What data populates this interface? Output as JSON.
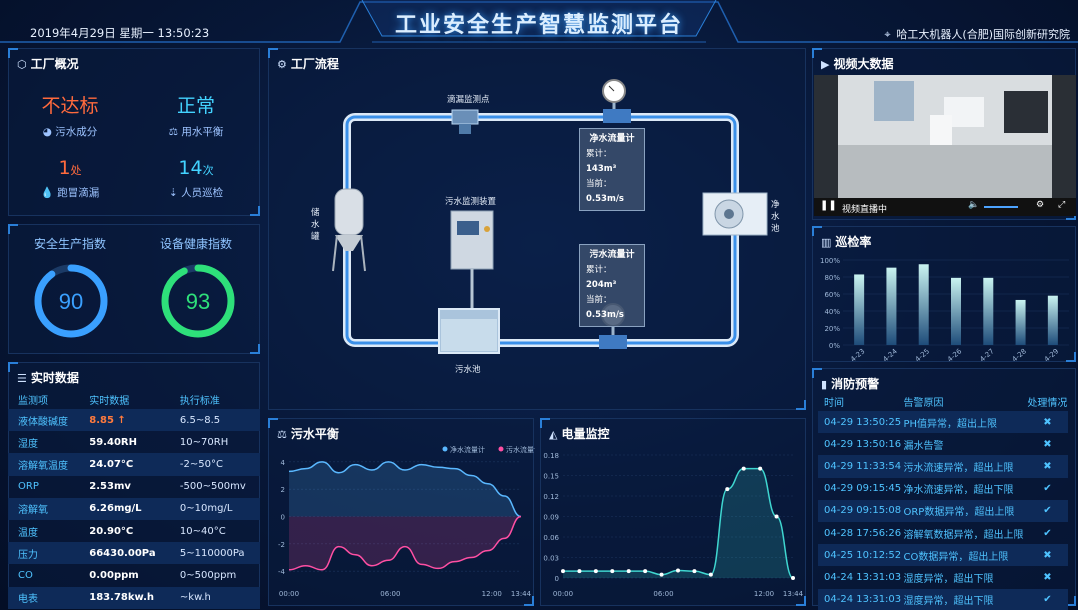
{
  "header": {
    "datetime": "2019年4月29日 星期一 13:50:23",
    "title": "工业安全生产智慧监测平台",
    "location": "哈工大机器人(合肥)国际创新研究院"
  },
  "overview": {
    "title": "工厂概况",
    "items": [
      {
        "value": "不达标",
        "label": "污水成分",
        "icon": "pie-icon",
        "color": "#ff6a3d"
      },
      {
        "value": "正常",
        "label": "用水平衡",
        "icon": "balance-icon",
        "color": "#43d3ff"
      },
      {
        "value": "1",
        "unit": "处",
        "label": "跑冒滴漏",
        "icon": "drop-icon",
        "color": "#ff6a3d"
      },
      {
        "value": "14",
        "unit": "次",
        "label": "人员巡检",
        "icon": "person-icon",
        "color": "#43d3ff"
      }
    ]
  },
  "gauges": [
    {
      "title": "安全生产指数",
      "value": 90,
      "color": "#3aa0ff"
    },
    {
      "title": "设备健康指数",
      "value": 93,
      "color": "#2ee07a"
    }
  ],
  "realtime": {
    "title": "实时数据",
    "headers": [
      "监测项",
      "实时数据",
      "执行标准"
    ],
    "rows": [
      [
        "液体酸碱度",
        "8.85",
        "6.5~8.5"
      ],
      [
        "湿度",
        "59.40RH",
        "10~70RH"
      ],
      [
        "溶解氧温度",
        "24.07°C",
        "-2~50°C"
      ],
      [
        "ORP",
        "2.53mv",
        "-500~500mv"
      ],
      [
        "溶解氧",
        "6.26mg/L",
        "0~10mg/L"
      ],
      [
        "温度",
        "20.90°C",
        "10~40°C"
      ],
      [
        "压力",
        "66430.00Pa",
        "5~110000Pa"
      ],
      [
        "CO",
        "0.00ppm",
        "0~500ppm"
      ],
      [
        "电表",
        "183.78kw.h",
        "~kw.h"
      ]
    ],
    "warn_arrow": "↑"
  },
  "process": {
    "title": "工厂流程",
    "labels": {
      "leak": "滴漏监测点",
      "sewage_device": "污水监测装置",
      "sewage_pool": "污水池",
      "storage": "储水罐",
      "clean_pool": "净水池"
    },
    "meters": [
      {
        "title": "净水流量计",
        "total_label": "累计：",
        "total_value": "143m³",
        "current_label": "当前：",
        "current_value": "0.53m/s"
      },
      {
        "title": "污水流量计",
        "total_label": "累计：",
        "total_value": "204m³",
        "current_label": "当前：",
        "current_value": "0.53m/s"
      }
    ]
  },
  "video": {
    "title": "视频大数据",
    "status": "视频直播中"
  },
  "patrol": {
    "title": "巡检率"
  },
  "fire": {
    "title": "消防预警",
    "headers": [
      "时间",
      "告警原因",
      "处理情况"
    ],
    "rows": [
      [
        "04-29 13:50:25",
        "PH值异常，超出上限",
        "x"
      ],
      [
        "04-29 13:50:16",
        "漏水告警",
        "x"
      ],
      [
        "04-29 11:33:54",
        "污水流速异常，超出上限",
        "x"
      ],
      [
        "04-29 09:15:45",
        "净水流速异常，超出下限",
        "ok"
      ],
      [
        "04-29 09:15:08",
        "ORP数据异常，超出上限",
        "ok"
      ],
      [
        "04-28 17:56:26",
        "溶解氧数据异常，超出上限",
        "ok"
      ],
      [
        "04-25 10:12:52",
        "CO数据异常，超出上限",
        "x"
      ],
      [
        "04-24 13:31:03",
        "湿度异常，超出下限",
        "x"
      ],
      [
        "04-24 13:31:03",
        "湿度异常，超出下限",
        "ok"
      ]
    ]
  },
  "sewage_balance": {
    "title": "污水平衡"
  },
  "power": {
    "title": "电量监控"
  },
  "chart_data": [
    {
      "type": "bar",
      "title": "巡检率",
      "categories": [
        "4-23",
        "4-24",
        "4-25",
        "4-26",
        "4-27",
        "4-28",
        "4-29"
      ],
      "values": [
        83,
        91,
        95,
        79,
        79,
        53,
        58
      ],
      "ylim": [
        0,
        100
      ],
      "yticks": [
        "0%",
        "20%",
        "40%",
        "60%",
        "80%",
        "100%"
      ]
    },
    {
      "type": "line",
      "title": "污水平衡",
      "x": [
        "00:00",
        "06:00",
        "12:00",
        "13:44"
      ],
      "yticks": [
        "4",
        "2",
        "0",
        "-2",
        "-4"
      ],
      "ylim": [
        -4.5,
        4.5
      ],
      "series": [
        {
          "name": "净水流量计",
          "color": "#5ab8ff",
          "values": [
            3.3,
            3.5,
            4.0,
            3.2,
            3.8,
            3.4,
            4.0,
            3.4,
            3.8,
            3.6,
            3.5,
            3.0,
            2.4,
            1.5,
            0
          ]
        },
        {
          "name": "污水流量计",
          "color": "#ff4fa3",
          "values": [
            -3.9,
            -3.6,
            -3.9,
            -2.2,
            -2.8,
            -3.6,
            -3.2,
            -2.2,
            -3.5,
            -3.8,
            -3.3,
            -3.0,
            -2.5,
            -1.6,
            0
          ]
        }
      ]
    },
    {
      "type": "line",
      "title": "电量监控",
      "x": [
        "00:00",
        "06:00",
        "12:00",
        "13:44"
      ],
      "yticks": [
        "0.18",
        "0.15",
        "0.12",
        "0.09",
        "0.06",
        "0.03",
        "0"
      ],
      "ylim": [
        0,
        0.18
      ],
      "series": [
        {
          "name": "电量",
          "color": "#3fd6d0",
          "values": [
            0.01,
            0.01,
            0.01,
            0.01,
            0.01,
            0.01,
            0.005,
            0.011,
            0.01,
            0.005,
            0.13,
            0.16,
            0.16,
            0.09,
            0.0
          ]
        }
      ]
    }
  ]
}
